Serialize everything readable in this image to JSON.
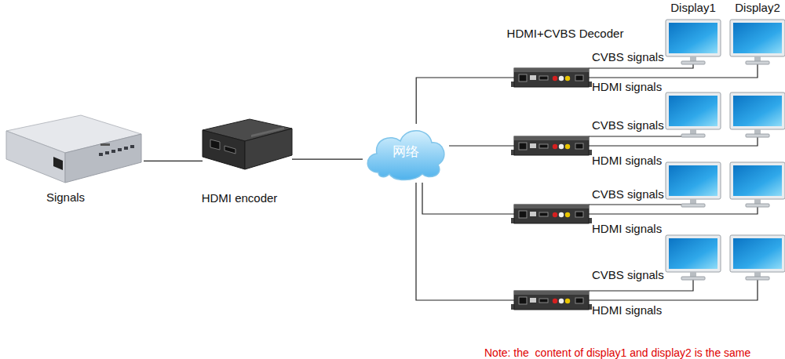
{
  "diagram": {
    "nodes": [
      {
        "text": [
          "Signals"
        ]
      },
      {
        "text": [
          "HDMI encoder"
        ]
      },
      {
        "text": [
          "网络"
        ]
      },
      {
        "text": [
          "HDMI+CVBS Decoder"
        ]
      },
      {
        "text": [
          "Display1"
        ]
      },
      {
        "text": [
          "Display2"
        ]
      }
    ],
    "edges": [
      {
        "from": 0,
        "to": 1,
        "arrow": "none"
      },
      {
        "from": 1,
        "to": 2,
        "arrow": "none"
      },
      {
        "from": 2,
        "to": 3,
        "arrow": "none"
      },
      {
        "from": 3,
        "to": 4,
        "arrow": "none",
        "label": "CVBS signals"
      },
      {
        "from": 3,
        "to": 5,
        "arrow": "none",
        "label": "HDMI signals"
      }
    ],
    "labels": [
      "CVBS signals",
      "HDMI signals",
      "CVBS signals",
      "HDMI signals",
      "CVBS signals",
      "HDMI signals",
      "Note: the  content of display1 and display2 is the same"
    ]
  }
}
